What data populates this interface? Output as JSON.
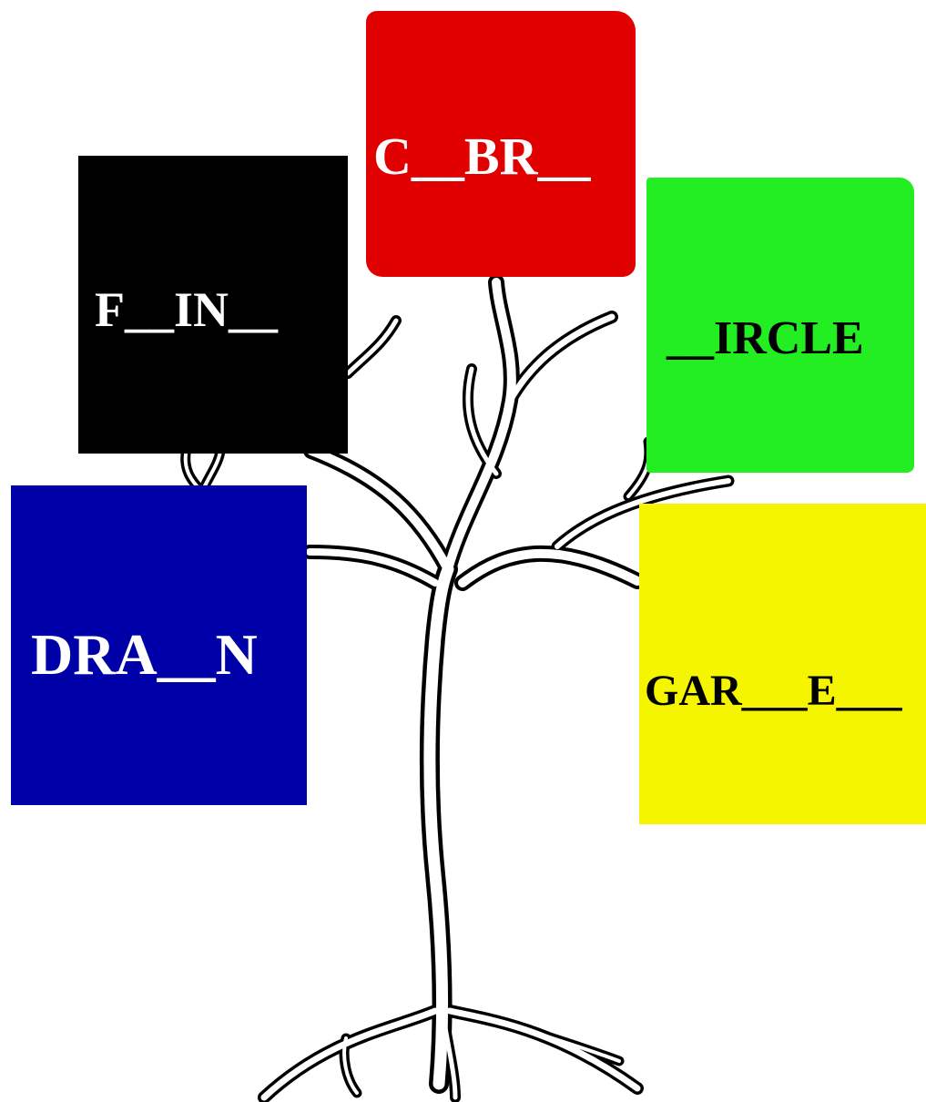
{
  "colors": {
    "red": "#e10000",
    "black": "#000000",
    "green": "#22ee22",
    "blue": "#0000a8",
    "yellow": "#f5f500",
    "white_text": "#ffffff",
    "black_text": "#000000"
  },
  "cards": {
    "red": {
      "word": "C__BR__"
    },
    "black": {
      "word": "F__IN__"
    },
    "green": {
      "word": "__IRCLE"
    },
    "blue": {
      "word": "DRA__N"
    },
    "yellow": {
      "word": "GAR___E___"
    }
  }
}
